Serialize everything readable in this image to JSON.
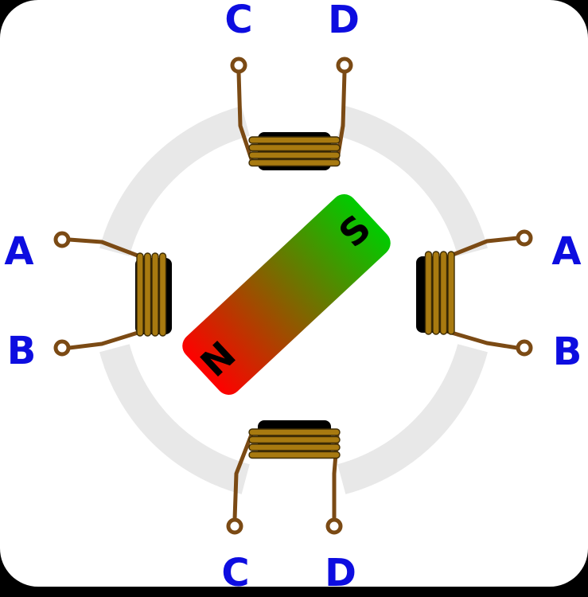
{
  "labels": {
    "a_left": "A",
    "b_left": "B",
    "a_right": "A",
    "b_right": "B",
    "c_top": "C",
    "d_top": "D",
    "c_bottom": "C",
    "d_bottom": "D",
    "north": "N",
    "south": "S"
  },
  "colors": {
    "page_bg": "#000000",
    "panel_bg": "#ffffff",
    "ring": "#e8e8e8",
    "pole": "#000000",
    "winding": "#a87a10",
    "winding_edge": "#3f2d05",
    "wire": "#7b4a14",
    "label": "#0d0de0",
    "magnet_n": "#ff0000",
    "magnet_s": "#00cc00",
    "magnet_text": "#000000"
  }
}
